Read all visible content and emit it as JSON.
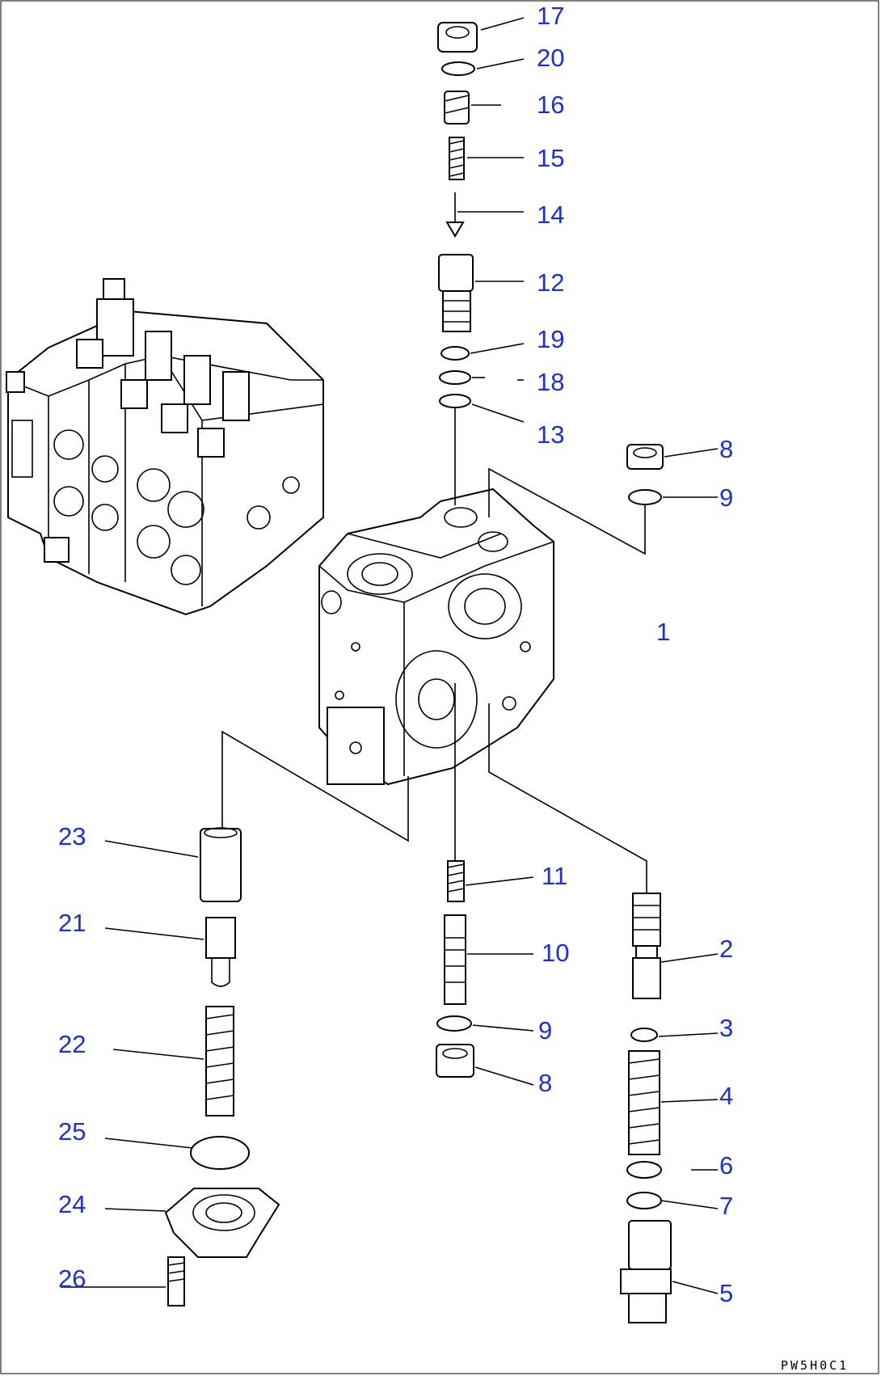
{
  "labels": [
    {
      "id": "17",
      "text": "17"
    },
    {
      "id": "20",
      "text": "20"
    },
    {
      "id": "16",
      "text": "16"
    },
    {
      "id": "15",
      "text": "15"
    },
    {
      "id": "14",
      "text": "14"
    },
    {
      "id": "12",
      "text": "12"
    },
    {
      "id": "19",
      "text": "19"
    },
    {
      "id": "18",
      "text": "18"
    },
    {
      "id": "13",
      "text": "13"
    },
    {
      "id": "8a",
      "text": "8"
    },
    {
      "id": "9a",
      "text": "9"
    },
    {
      "id": "1",
      "text": "1"
    },
    {
      "id": "23",
      "text": "23"
    },
    {
      "id": "21",
      "text": "21"
    },
    {
      "id": "22",
      "text": "22"
    },
    {
      "id": "25",
      "text": "25"
    },
    {
      "id": "24",
      "text": "24"
    },
    {
      "id": "26",
      "text": "26"
    },
    {
      "id": "11",
      "text": "11"
    },
    {
      "id": "10",
      "text": "10"
    },
    {
      "id": "9b",
      "text": "9"
    },
    {
      "id": "8b",
      "text": "8"
    },
    {
      "id": "2",
      "text": "2"
    },
    {
      "id": "3",
      "text": "3"
    },
    {
      "id": "4",
      "text": "4"
    },
    {
      "id": "6",
      "text": "6"
    },
    {
      "id": "7",
      "text": "7"
    },
    {
      "id": "5",
      "text": "5"
    }
  ],
  "drawing_code": "PW5H0C1"
}
